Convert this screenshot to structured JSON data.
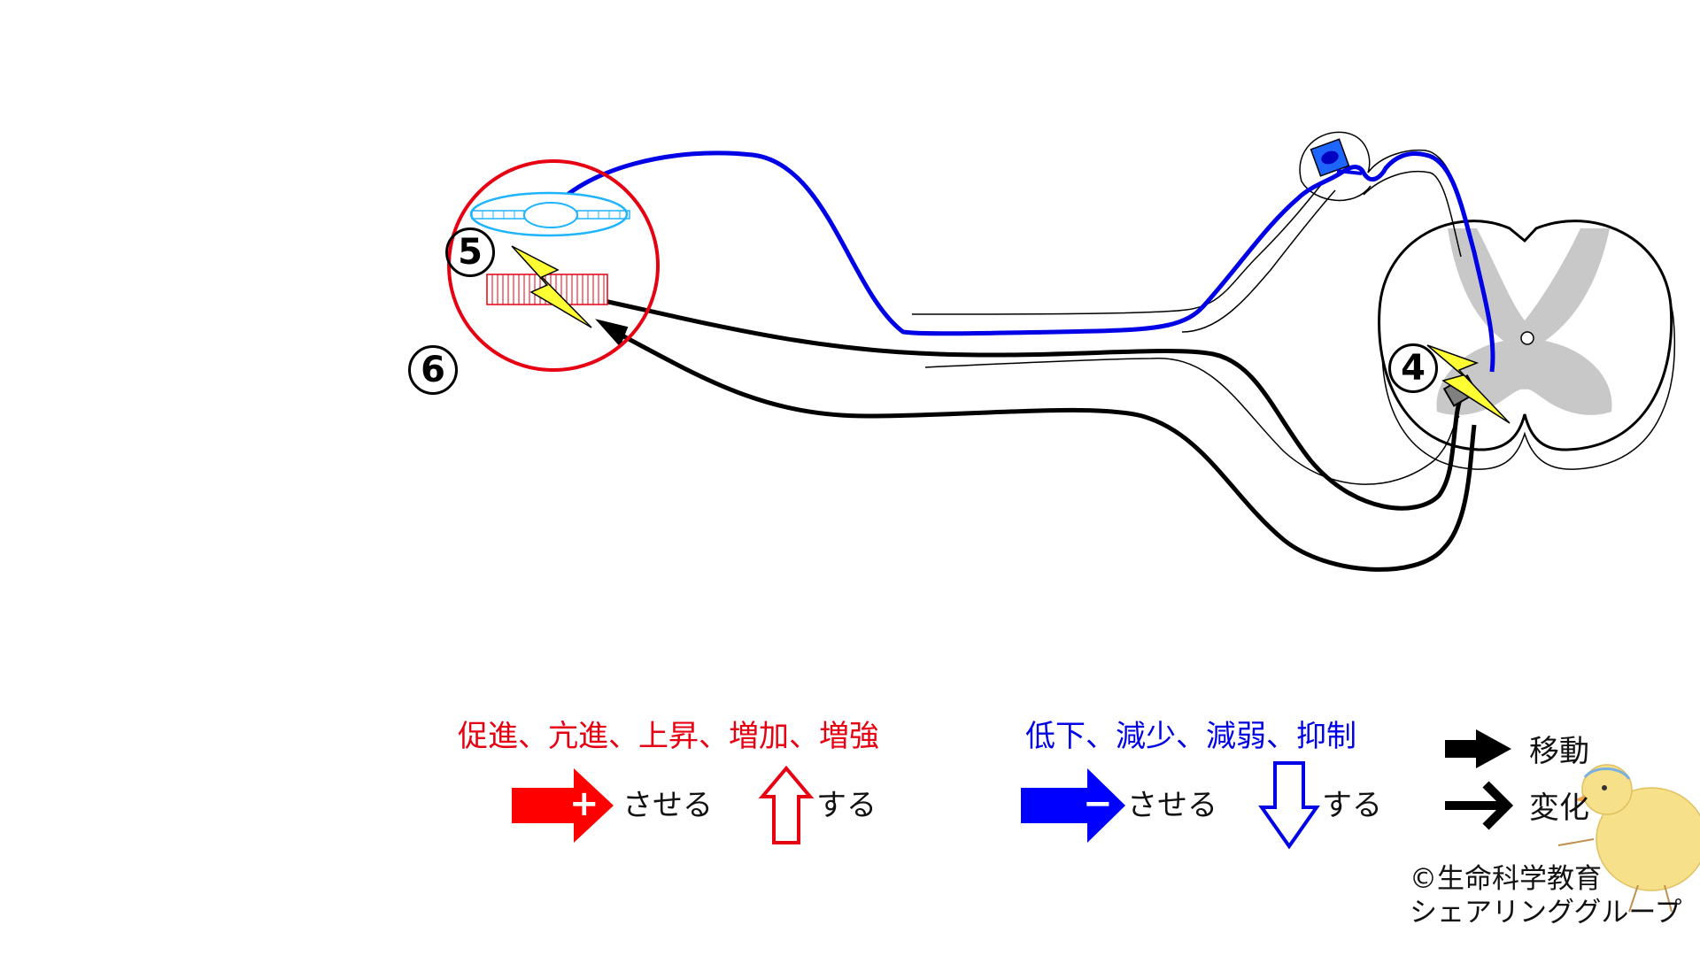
{
  "markers": {
    "m5": "5",
    "m6": "6",
    "m4": "4"
  },
  "legend": {
    "increase_terms": "促進、亢進、上昇、増加、増強",
    "decrease_terms": "低下、減少、減弱、抑制",
    "make_suffix_red": "させる",
    "do_suffix_red": "する",
    "make_suffix_blue": "させる",
    "do_suffix_blue": "する",
    "plus_sign": "+",
    "minus_sign": "−",
    "move_label": "移動",
    "change_label": "変化"
  },
  "credit": {
    "line1": "©生命科学教育",
    "line2": "シェアリンググループ"
  },
  "colors": {
    "red": "#e60012",
    "blue": "#0000e6",
    "light_blue": "#1eb4ff",
    "gray": "#c8c8c8",
    "yellow": "#ffff33"
  }
}
